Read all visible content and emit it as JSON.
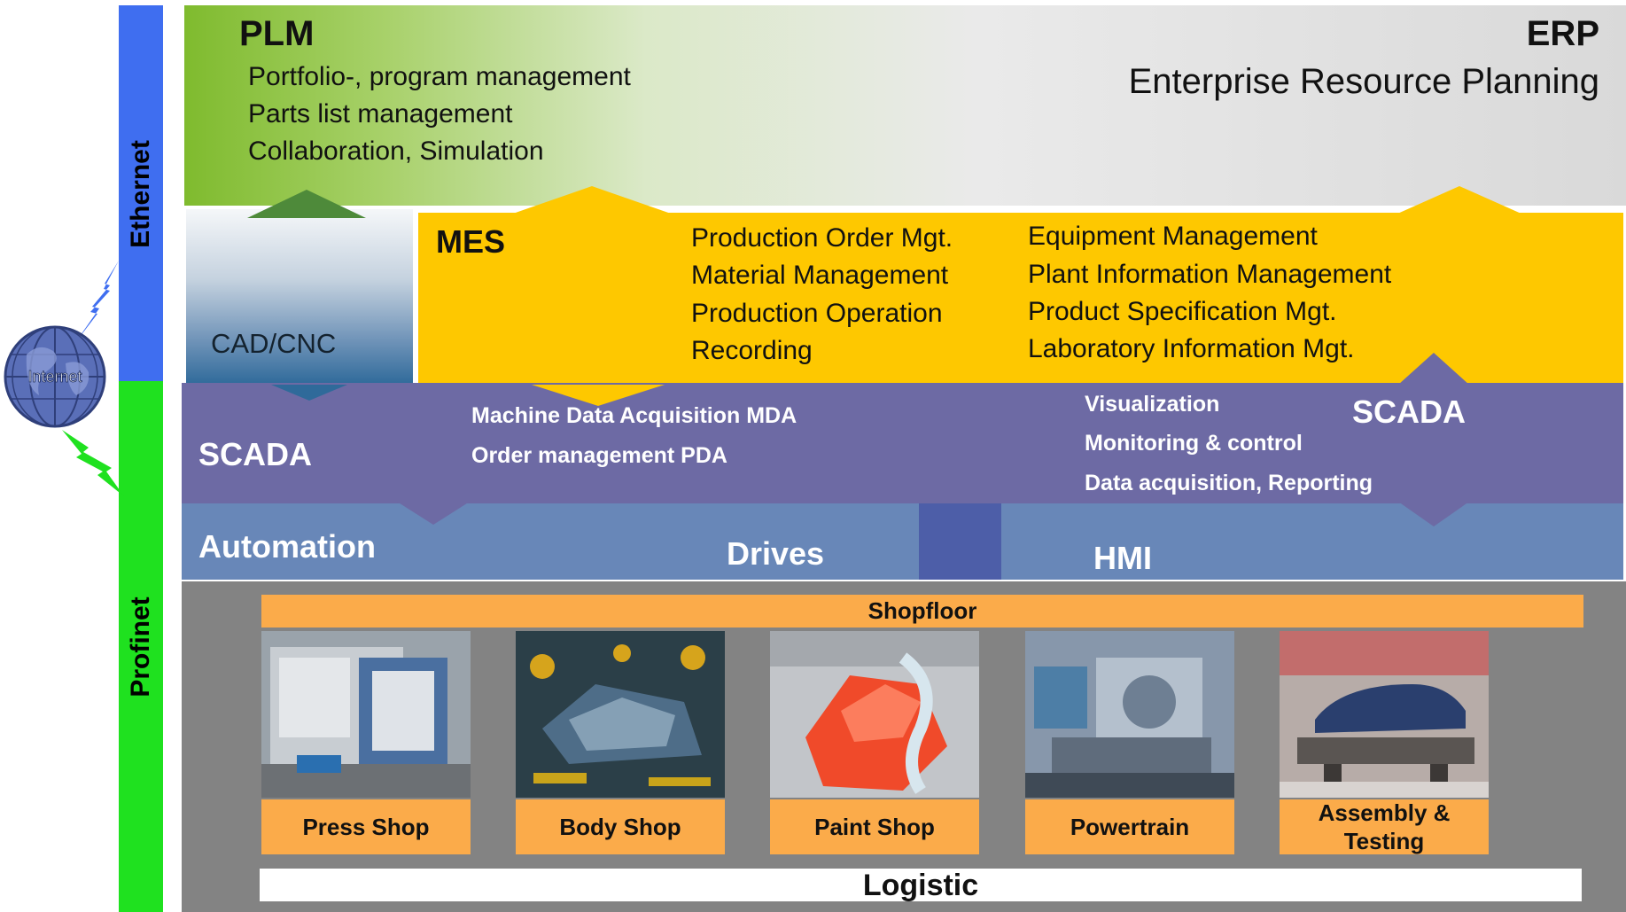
{
  "network": {
    "ethernet_label": "Ethernet",
    "profinet_label": "Profinet",
    "internet_label": "Internet"
  },
  "plm": {
    "title": "PLM",
    "items": [
      "Portfolio-, program management",
      "Parts list management",
      "Collaboration, Simulation"
    ]
  },
  "erp": {
    "title": "ERP",
    "subtitle": "Enterprise Resource Planning"
  },
  "cad": {
    "label": "CAD/CNC"
  },
  "mes": {
    "title": "MES",
    "col1": [
      "Production Order Mgt.",
      "Material Management",
      "Production Operation",
      "Recording"
    ],
    "col2": [
      "Equipment Management",
      "Plant Information Management",
      "Product Specification Mgt.",
      "Laboratory Information Mgt."
    ]
  },
  "scada": {
    "title_left": "SCADA",
    "title_right": "SCADA",
    "mid_items": [
      "Machine Data Acquisition MDA",
      "Order management PDA"
    ],
    "right_items": [
      "Visualization",
      "Monitoring & control",
      "Data acquisition, Reporting"
    ]
  },
  "field": {
    "automation": "Automation",
    "drives": "Drives",
    "hmi": "HMI"
  },
  "shopfloor": {
    "title": "Shopfloor",
    "shops": [
      {
        "label": "Press Shop",
        "icon": "press-shop-photo"
      },
      {
        "label": "Body Shop",
        "icon": "body-shop-photo"
      },
      {
        "label": "Paint Shop",
        "icon": "paint-shop-photo"
      },
      {
        "label": "Powertrain",
        "icon": "powertrain-photo"
      },
      {
        "label": "Assembly & Testing",
        "icon": "assembly-photo"
      }
    ],
    "logistic": "Logistic"
  },
  "colors": {
    "ethernet": "#3f6ef0",
    "profinet": "#1fe11f",
    "mes": "#fec800",
    "scada": "#6d6aa4",
    "field": "#6887b8",
    "shop_label": "#fbab4a"
  }
}
